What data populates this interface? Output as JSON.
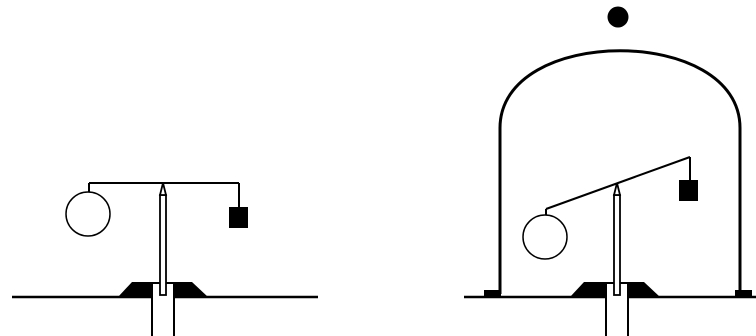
{
  "colors": {
    "ink": "#000000",
    "paper": "#ffffff"
  },
  "left_setup": {
    "enclosure": "open-air",
    "beam_state": "balanced-level",
    "large_body": "hollow-sphere",
    "small_body": "solid-cube"
  },
  "right_setup": {
    "enclosure": "bell-jar",
    "beam_state": "tilted-sphere-side-down",
    "large_body": "hollow-sphere",
    "small_body": "solid-cube"
  }
}
